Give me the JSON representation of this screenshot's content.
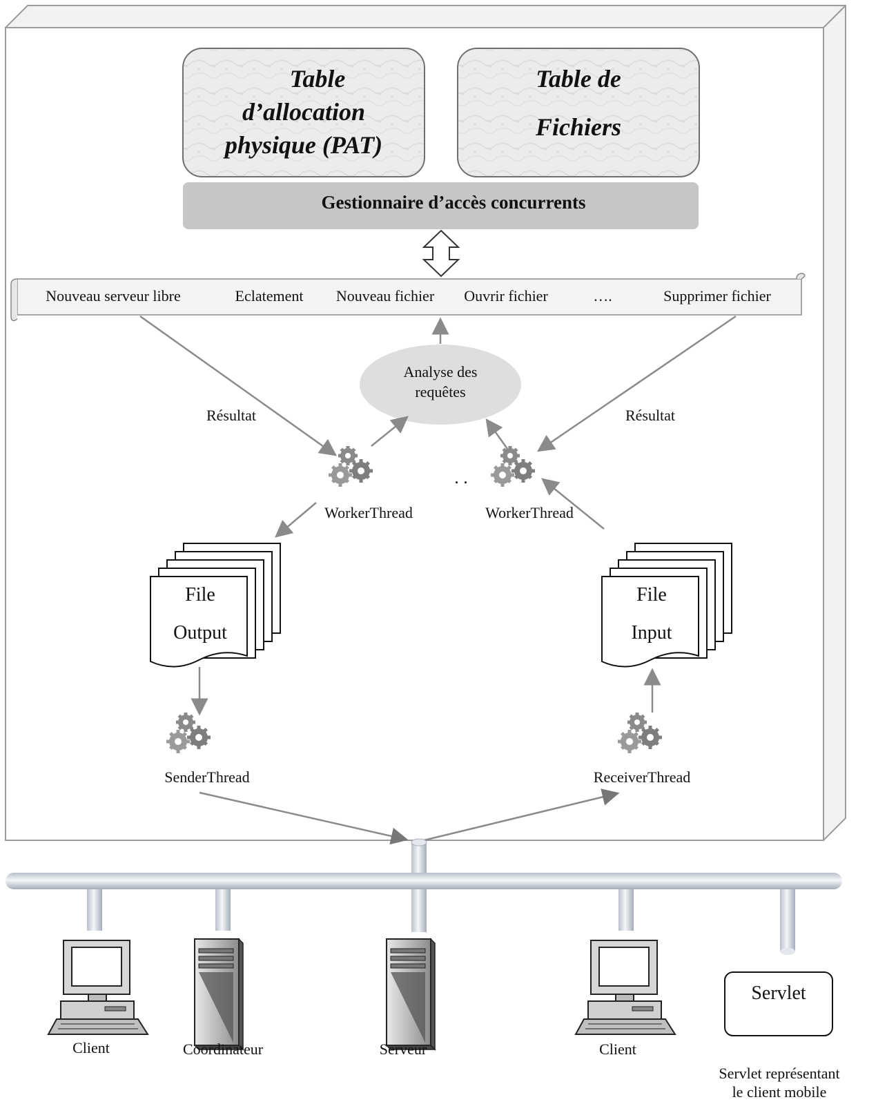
{
  "tables": {
    "pat_line1": "Table",
    "pat_line2": "d’allocation",
    "pat_line3": "physique (PAT)",
    "files_line1": "Table de",
    "files_line2": "Fichiers"
  },
  "manager_label": "Gestionnaire d’accès concurrents",
  "operations": [
    "Nouveau serveur libre",
    "Eclatement",
    "Nouveau fichier",
    "Ouvrir fichier",
    "….",
    "Supprimer fichier"
  ],
  "analysis": {
    "line1": "Analyse des",
    "line2": "requêtes"
  },
  "result_left": "Résultat",
  "result_right": "Résultat",
  "worker_left": "WorkerThread",
  "worker_right": "WorkerThread",
  "ellipsis": ". .",
  "file_output": {
    "line1": "File",
    "line2": "Output"
  },
  "file_input": {
    "line1": "File",
    "line2": "Input"
  },
  "sender": "SenderThread",
  "receiver": "ReceiverThread",
  "nodes": {
    "client1": "Client",
    "coordinator": "Coordinateur",
    "server": "Serveur",
    "client2": "Client",
    "servlet_box": "Servlet",
    "servlet_caption1": "Servlet représentant",
    "servlet_caption2": "le client  mobile"
  }
}
